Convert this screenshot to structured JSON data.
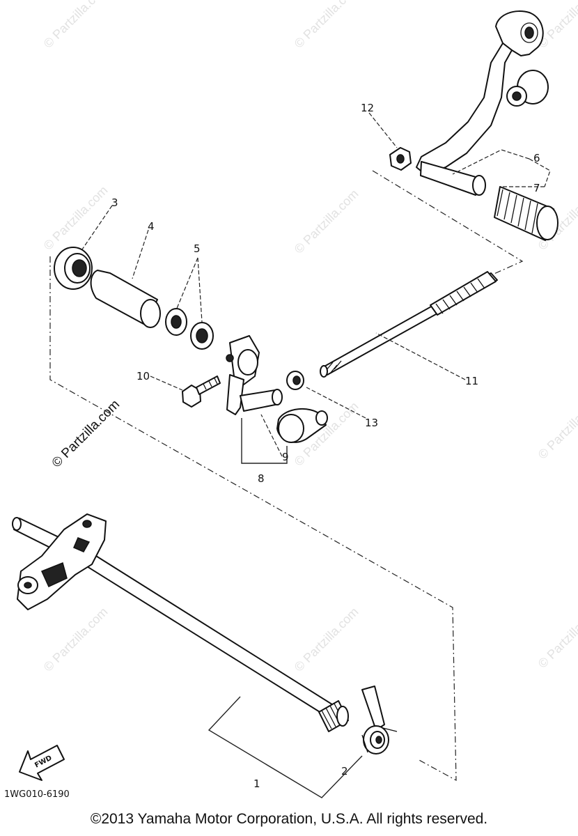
{
  "diagram": {
    "part_numbers": [
      "1",
      "2",
      "3",
      "4",
      "5",
      "6",
      "7",
      "8",
      "9",
      "10",
      "11",
      "12",
      "13"
    ],
    "drawing_code": "1WG010-6190",
    "forward_arrow_label": "FWD",
    "watermark": "© Partzilla.com",
    "copyright": "©2013 Yamaha Motor Corporation, U.S.A. All rights reserved."
  }
}
